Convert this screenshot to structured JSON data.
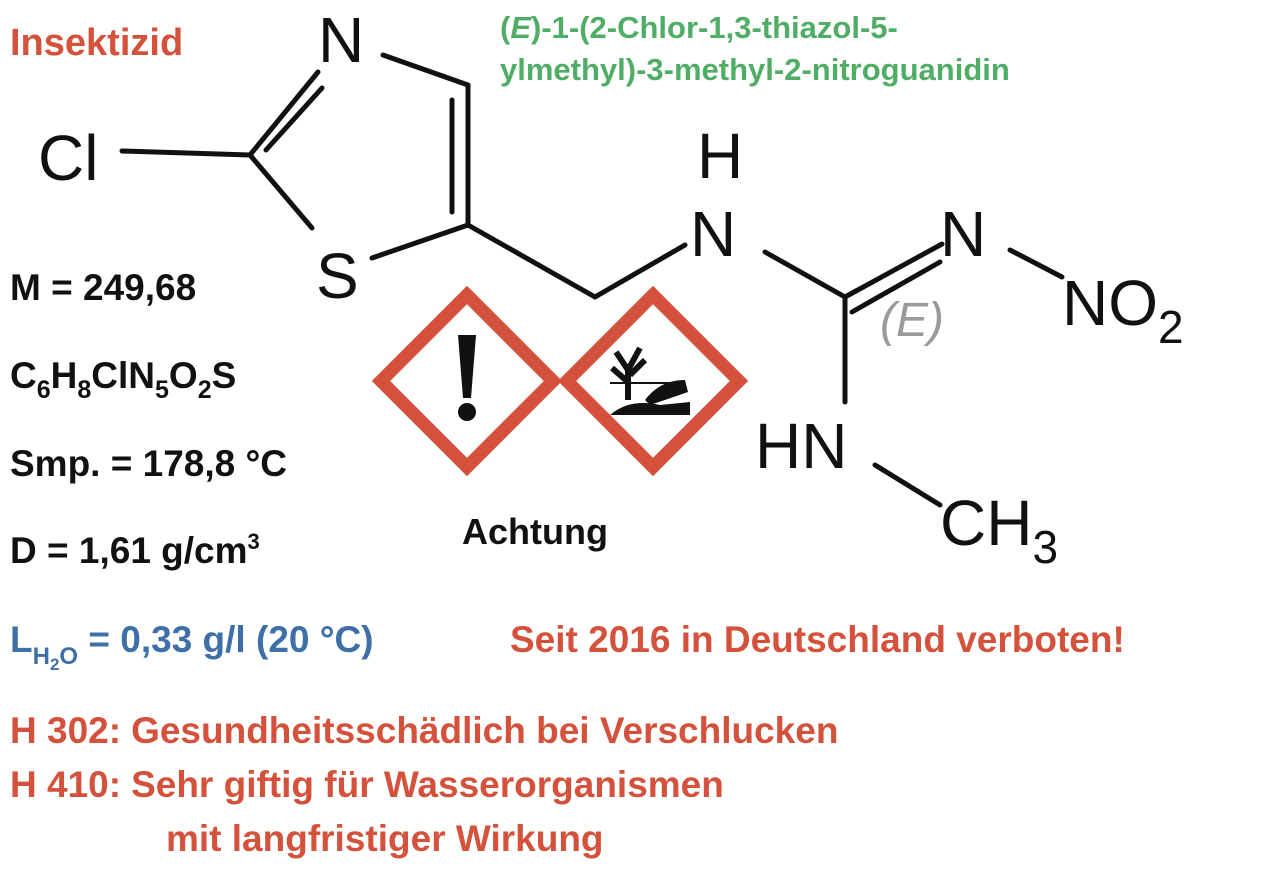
{
  "colors": {
    "red": "#d4523b",
    "green": "#4fad66",
    "blue": "#3e6fa6",
    "black": "#111111",
    "grey": "#9a9a9a"
  },
  "category": "Insektizid",
  "iupac_name": {
    "italic": "E",
    "line1_rest": ")-1-(2-Chlor-1,3-thiazol-5-",
    "open_paren": "(",
    "line2": "ylmethyl)-3-methyl-2-nitroguanidin"
  },
  "atoms": {
    "n_ring": "N",
    "cl": "Cl",
    "s": "S",
    "h": "H",
    "n_amine": "N",
    "n_imine": "N",
    "no2": "NO",
    "no2_sub": "2",
    "e_label": "(E)",
    "hn": "HN",
    "ch3": "CH",
    "ch3_sub": "3"
  },
  "properties": {
    "molar_mass": "M = 249,68",
    "formula": [
      "C",
      "6",
      "H",
      "8",
      "ClN",
      "5",
      "O",
      "2",
      "S"
    ],
    "melting_point": "Smp. = 178,8 °C",
    "density": "D = 1,61 g/cm",
    "density_sup": "3",
    "solubility": {
      "symbol": "L",
      "sub": "H",
      "sub2": "2",
      "sub3": "O",
      "value": " = 0,33 g/l (20 °C)"
    }
  },
  "pictograms": [
    "exclamation-mark",
    "environment-hazard"
  ],
  "signal_word": "Achtung",
  "ban_notice": "Seit 2016 in Deutschland verboten!",
  "hazard_statements": [
    {
      "code": "H 302:",
      "text": "Gesundheitsschädlich bei Verschlucken"
    },
    {
      "code": "H 410:",
      "text": "Sehr giftig für Wasserorganismen",
      "continuation": "mit langfristiger Wirkung"
    }
  ]
}
